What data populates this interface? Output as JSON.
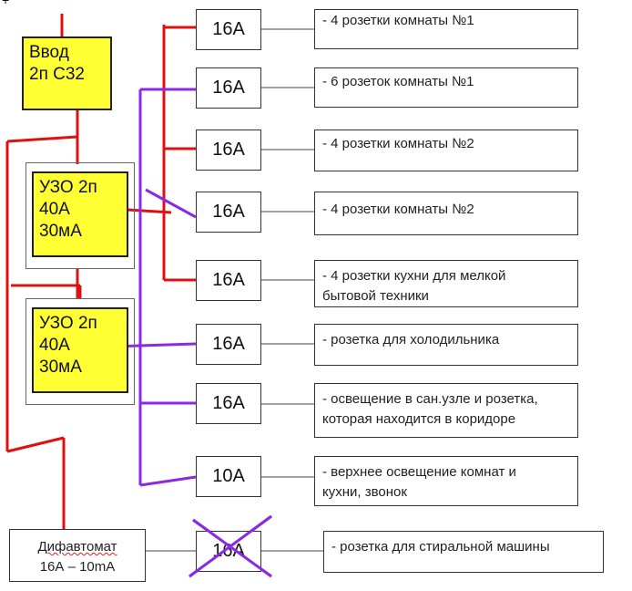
{
  "corner_mark": "+",
  "input": {
    "line1": "Ввод",
    "line2": "2п С32"
  },
  "rcd1": {
    "line1": "УЗО 2п",
    "line2": "40А",
    "line3": "30мА"
  },
  "rcd2": {
    "line1": "УЗО 2п",
    "line2": "40А",
    "line3": "30мА"
  },
  "difautomat": {
    "line1": "Дифавтомат",
    "line2": "16А – 10mА"
  },
  "breakers": [
    "16А",
    "16А",
    "16А",
    "16А",
    "16А",
    "16А",
    "16А",
    "10А",
    "16А"
  ],
  "descriptions": [
    "- 4 розетки комнаты №1",
    "- 6 розеток комнаты №1",
    "- 4 розетки комнаты №2",
    "- 4 розетки комнаты №2",
    "- 4 розетки кухни для мелкой\nбытовой техники",
    "- розетка для холодильника",
    "- освещение в сан.узле и розетка,\nкоторая находится в коридоре",
    "- верхнее освещение комнат и\nкухни, звонок",
    "- розетка для стиральной машины"
  ],
  "colors": {
    "red_wire": "#e01010",
    "purple_wire": "#8a2be2",
    "module": "#ffff33"
  }
}
